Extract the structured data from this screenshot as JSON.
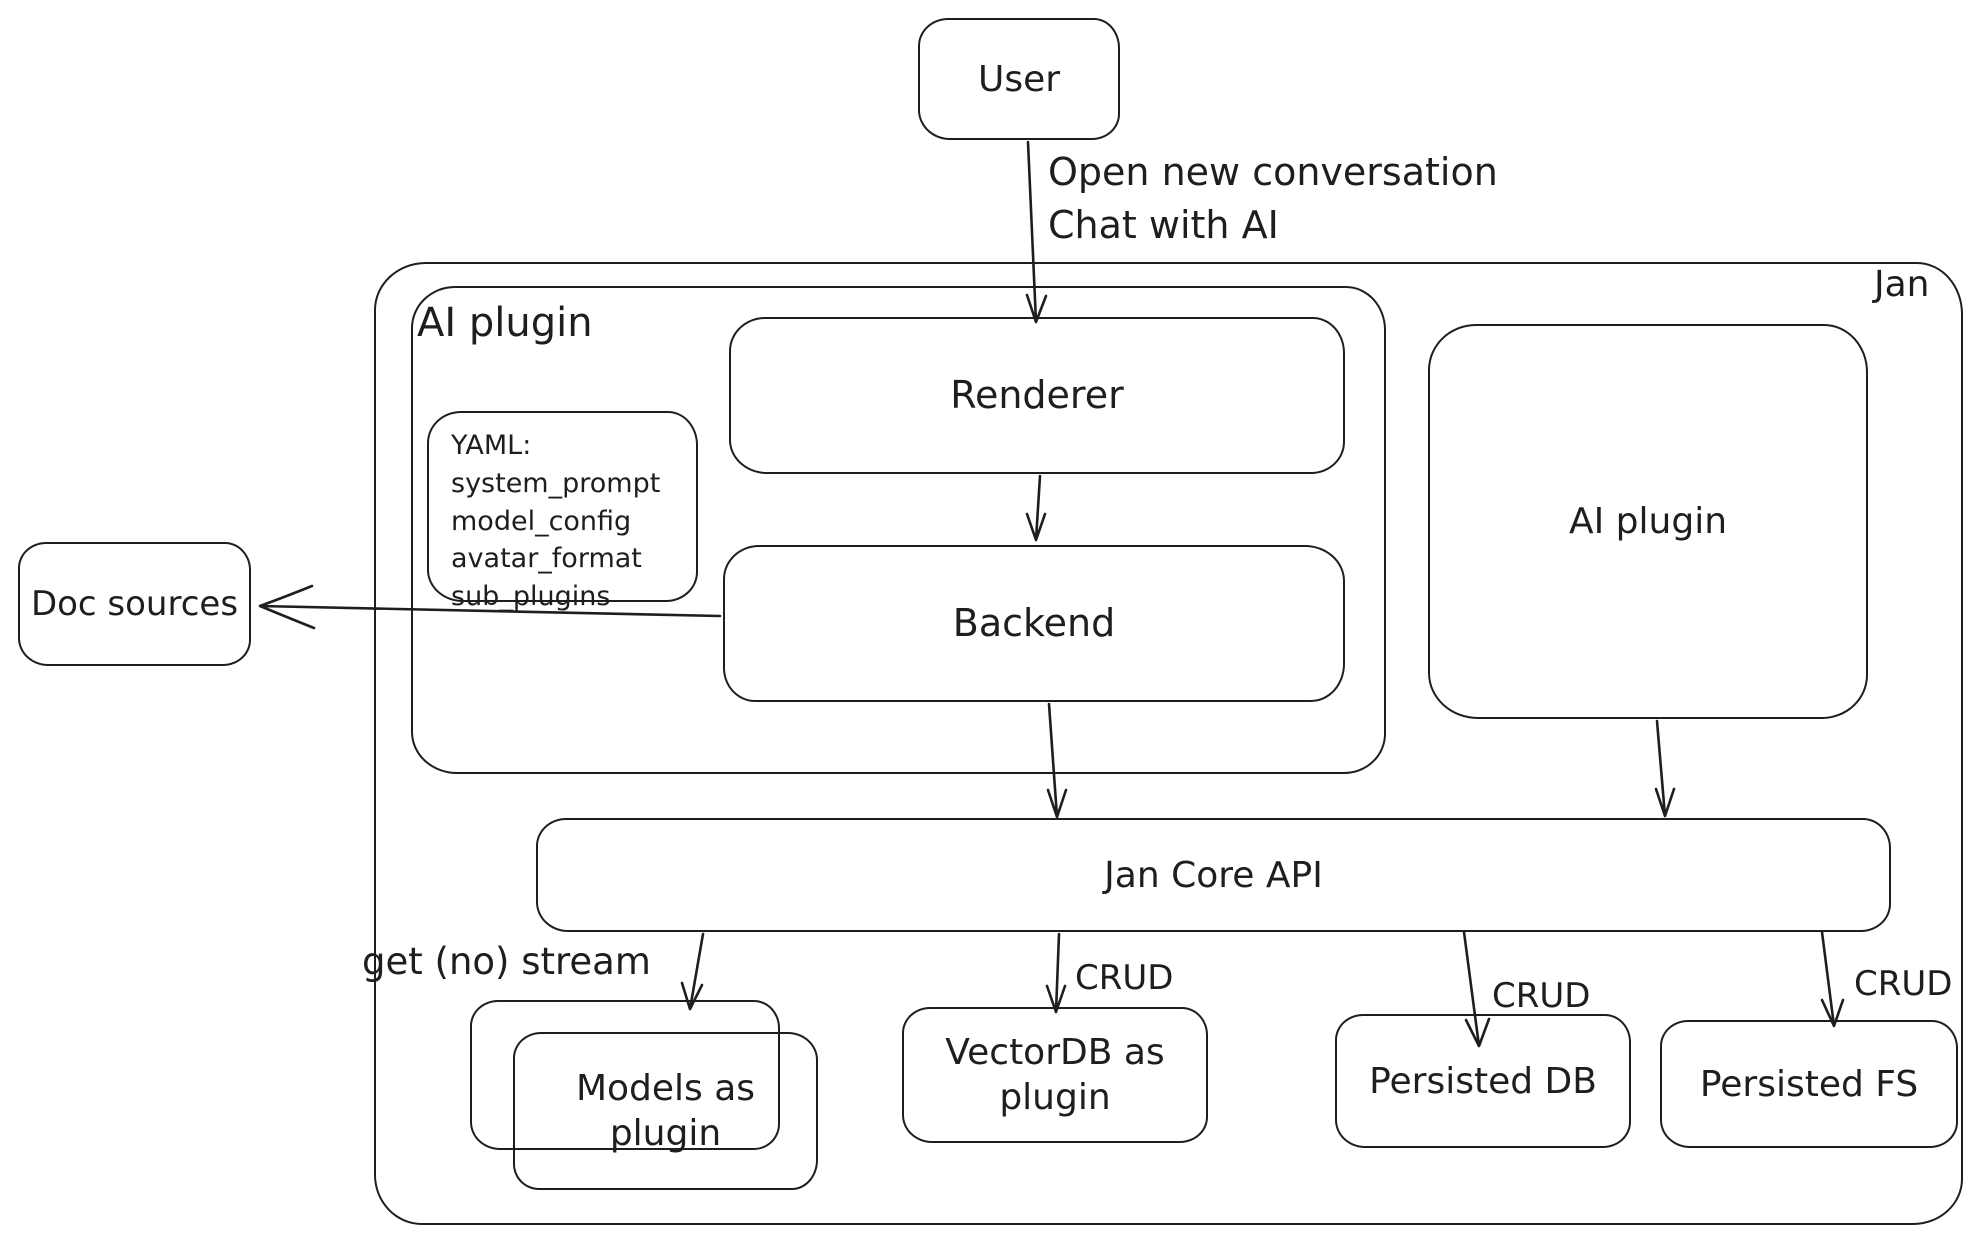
{
  "colors": {
    "stroke": "#1e1e1e",
    "background": "#ffffff"
  },
  "nodes": {
    "user": {
      "label": "User"
    },
    "jan": {
      "label": "Jan"
    },
    "ai_plugin_left": {
      "label": "AI plugin"
    },
    "renderer": {
      "label": "Renderer"
    },
    "backend": {
      "label": "Backend"
    },
    "yaml_note": {
      "lines": [
        "YAML:",
        "system_prompt",
        "model_config",
        "avatar_format",
        "sub_plugins"
      ]
    },
    "ai_plugin_right": {
      "label": "AI plugin"
    },
    "jan_core_api": {
      "label": "Jan Core API"
    },
    "doc_sources": {
      "label": "Doc sources"
    },
    "models_as_plugin": {
      "label": "Models as plugin"
    },
    "vectordb_as_plugin": {
      "label": "VectorDB as plugin"
    },
    "persisted_db": {
      "label": "Persisted DB"
    },
    "persisted_fs": {
      "label": "Persisted FS"
    }
  },
  "edges": {
    "user_to_renderer": {
      "label_line1": "Open new conversation",
      "label_line2": "Chat with AI"
    },
    "core_to_models": {
      "label": "get (no) stream"
    },
    "core_to_vectordb": {
      "label": "CRUD"
    },
    "core_to_persisted_db": {
      "label": "CRUD"
    },
    "core_to_persisted_fs": {
      "label": "CRUD"
    }
  }
}
